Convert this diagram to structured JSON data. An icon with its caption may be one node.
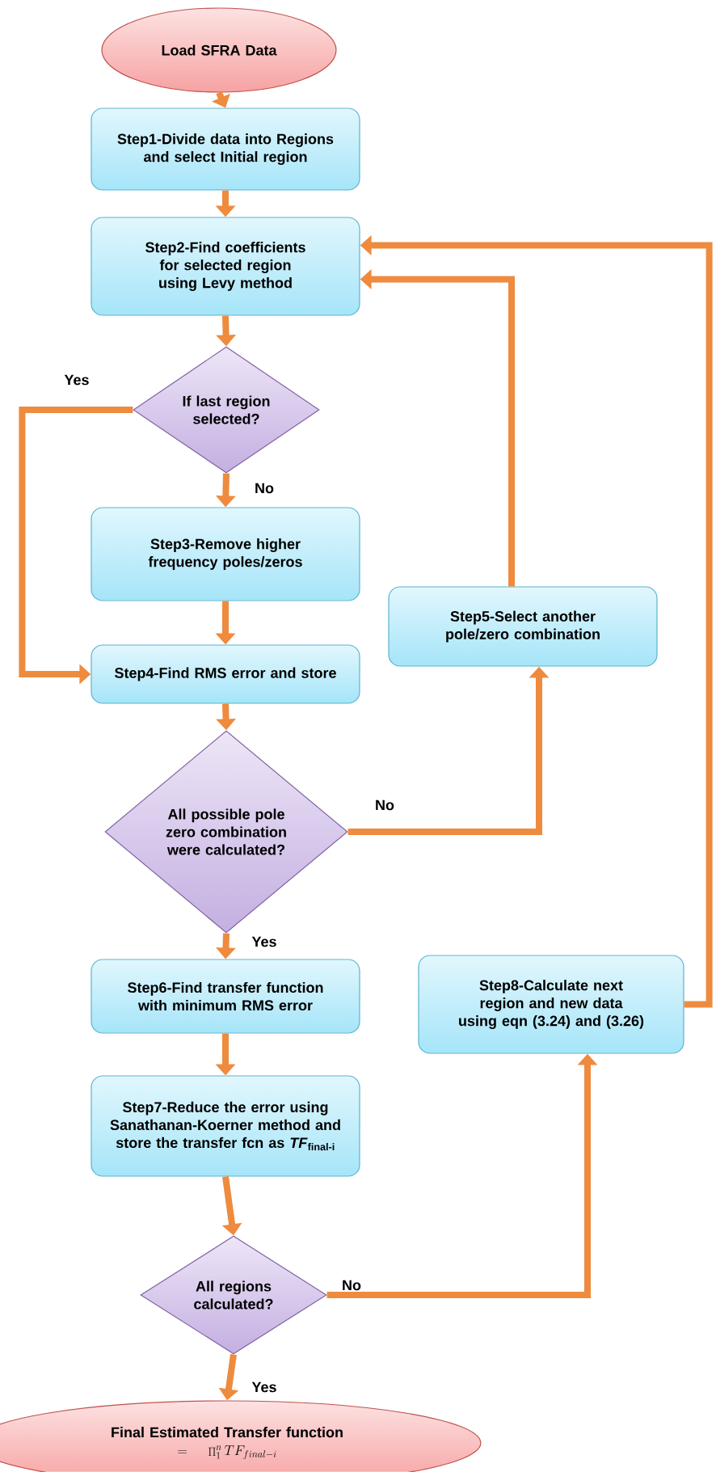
{
  "diagram": {
    "nodes": [
      {
        "text": [
          "Load SFRA Data"
        ]
      },
      {
        "text": [
          "Step1-Divide data into Regions and select Initial region"
        ]
      },
      {
        "text": [
          "Step2-Find coefficients for selected region using Levy method"
        ]
      },
      {
        "text": [
          "If last region selected?"
        ]
      },
      {
        "text": [
          "Step3-Remove higher frequency poles/zeros"
        ]
      },
      {
        "text": [
          "Step4-Find RMS error and store"
        ]
      },
      {
        "text": [
          "All possible pole zero combination were calculated?"
        ]
      },
      {
        "text": [
          "Step5-Select another pole/zero combination"
        ]
      },
      {
        "text": [
          "Step6-Find transfer function with minimum RMS error"
        ]
      },
      {
        "text": [
          "Step7-Reduce the error using Sanathanan-Koerner method and store the transfer fcn as *TF*$_{final-i}$"
        ]
      },
      {
        "text": [
          "All regions calculated?"
        ]
      },
      {
        "text": [
          "Step8-Calculate next region and new data using eqn (3.24) and (3.26)"
        ]
      },
      {
        "text": [
          "Final Estimated Transfer function",
          "=\\prod_{1}^{n} TF_{final-i}"
        ]
      }
    ],
    "edges": [
      {
        "from": 0,
        "to": 1,
        "arrow": "to"
      },
      {
        "from": 1,
        "to": 2,
        "arrow": "to"
      },
      {
        "from": 2,
        "to": 3,
        "arrow": "to"
      },
      {
        "from": 3,
        "to": 4,
        "arrow": "to",
        "label": "No"
      },
      {
        "from": 3,
        "to": 5,
        "arrow": "to",
        "label": "Yes"
      },
      {
        "from": 4,
        "to": 5,
        "arrow": "to"
      },
      {
        "from": 5,
        "to": 6,
        "arrow": "to"
      },
      {
        "from": 6,
        "to": 7,
        "arrow": "to",
        "label": "No"
      },
      {
        "from": 7,
        "to": 2,
        "arrow": "to"
      },
      {
        "from": 6,
        "to": 8,
        "arrow": "to",
        "label": "Yes"
      },
      {
        "from": 8,
        "to": 9,
        "arrow": "to"
      },
      {
        "from": 9,
        "to": 10,
        "arrow": "to"
      },
      {
        "from": 10,
        "to": 11,
        "arrow": "to",
        "label": "No"
      },
      {
        "from": 11,
        "to": 2,
        "arrow": "to"
      },
      {
        "from": 10,
        "to": 12,
        "arrow": "to",
        "label": "Yes"
      }
    ]
  }
}
